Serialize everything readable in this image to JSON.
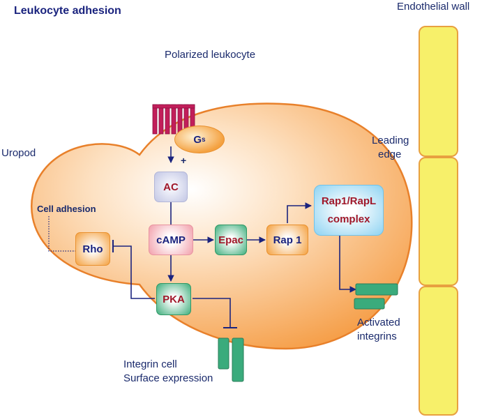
{
  "title": "Leukocyte adhesion",
  "labels": {
    "endothelial_wall": "Endothelial wall",
    "polarized_leukocyte": "Polarized leukocyte",
    "uropod": "Uropod",
    "leading_edge_1": "Leading",
    "leading_edge_2": "edge",
    "cell_adhesion": "Cell adhesion",
    "activated_integrins_1": "Activated",
    "activated_integrins_2": "integrins",
    "integrin_surface_1": "Integrin cell",
    "integrin_surface_2": "Surface expression",
    "plus_sign": "+"
  },
  "nodes": {
    "gs": "G",
    "gs_sub": "s",
    "ac": "AC",
    "camp": "cAMP",
    "epac": "Epac",
    "rap1": "Rap 1",
    "rap1_rapl_1": "Rap1/RapL",
    "rap1_rapl_2": "complex",
    "rho": "Rho",
    "pka": "PKA"
  },
  "colors": {
    "cell_fill": "#f7a04a",
    "cell_border": "#e8802a",
    "endothelial_fill": "#f7f06a",
    "endothelial_border": "#e8a040",
    "receptor": "#c21e5a",
    "arrow": "#1a237e",
    "integrin": "#3aab7c"
  },
  "icons": [
    "receptor-icon",
    "integrin-icon"
  ]
}
